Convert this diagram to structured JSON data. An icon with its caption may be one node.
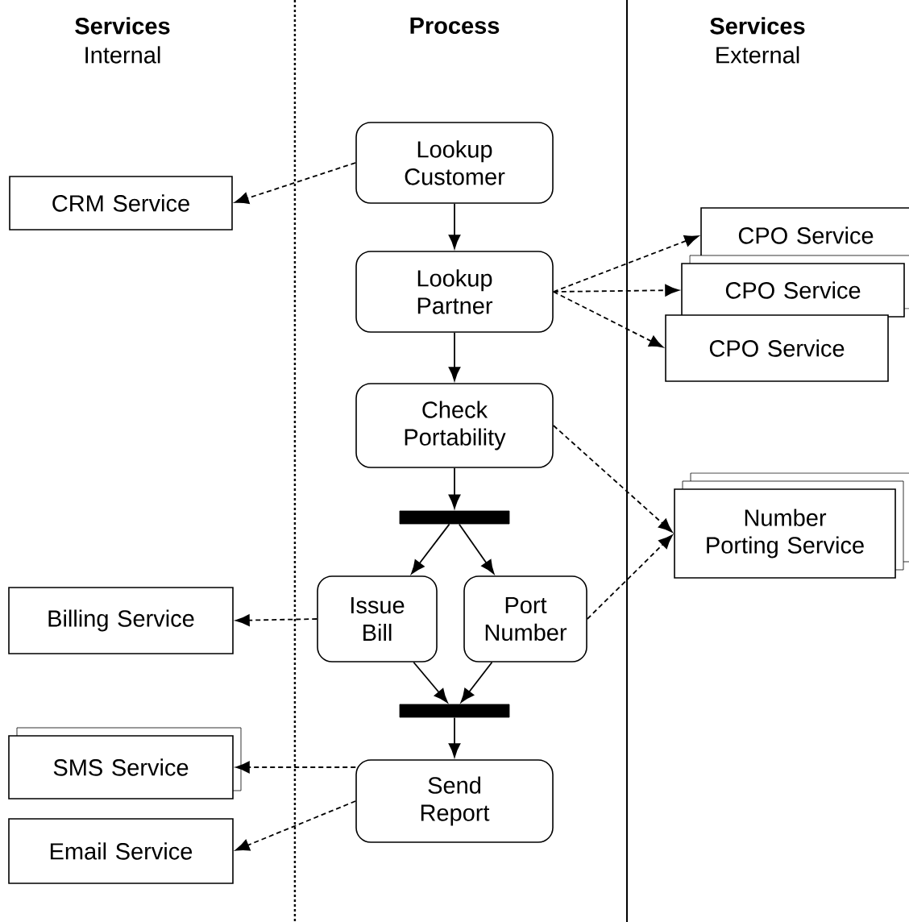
{
  "diagram": {
    "nodes": [
      {
        "text": [
          "Lookup Customer"
        ]
      },
      {
        "text": [
          "Lookup Partner"
        ]
      },
      {
        "text": [
          "Check Portability"
        ]
      },
      {
        "text": [],
        "shape": "bar"
      },
      {
        "text": [
          "Issue Bill"
        ]
      },
      {
        "text": [
          "Port Number"
        ]
      },
      {
        "text": [],
        "shape": "bar"
      },
      {
        "text": [
          "Send Report"
        ]
      },
      {
        "text": [
          "CRM Service"
        ]
      },
      {
        "text": [
          "CPO Service"
        ]
      },
      {
        "text": [
          "CPO Service"
        ]
      },
      {
        "text": [
          "CPO Service"
        ]
      },
      {
        "text": [
          "Number Porting Service"
        ]
      },
      {
        "text": [
          "Billing Service"
        ]
      },
      {
        "text": [
          "SMS Service"
        ]
      },
      {
        "text": [
          "Email Service"
        ]
      }
    ],
    "edges": [
      {
        "from": 0,
        "to": 8,
        "arrow": "to",
        "style": "dashed"
      },
      {
        "from": 0,
        "to": 1,
        "arrow": "to"
      },
      {
        "from": 1,
        "to": 9,
        "arrow": "to",
        "style": "dashed"
      },
      {
        "from": 1,
        "to": 10,
        "arrow": "to",
        "style": "dashed"
      },
      {
        "from": 1,
        "to": 11,
        "arrow": "to",
        "style": "dashed"
      },
      {
        "from": 1,
        "to": 2,
        "arrow": "to"
      },
      {
        "from": 2,
        "to": 3,
        "arrow": "to"
      },
      {
        "from": 2,
        "to": 12,
        "arrow": "to",
        "style": "dashed"
      },
      {
        "from": 3,
        "to": 4,
        "arrow": "to"
      },
      {
        "from": 3,
        "to": 5,
        "arrow": "to"
      },
      {
        "from": 4,
        "to": 13,
        "arrow": "to",
        "style": "dashed"
      },
      {
        "from": 5,
        "to": 12,
        "arrow": "to",
        "style": "dashed"
      },
      {
        "from": 4,
        "to": 6,
        "arrow": "to"
      },
      {
        "from": 5,
        "to": 6,
        "arrow": "to"
      },
      {
        "from": 6,
        "to": 7,
        "arrow": "to"
      },
      {
        "from": 7,
        "to": 14,
        "arrow": "to",
        "style": "dashed"
      },
      {
        "from": 7,
        "to": 15,
        "arrow": "to",
        "style": "dashed"
      }
    ],
    "labels": [
      "Services",
      "Internal",
      "Process",
      "Services",
      "External"
    ]
  }
}
